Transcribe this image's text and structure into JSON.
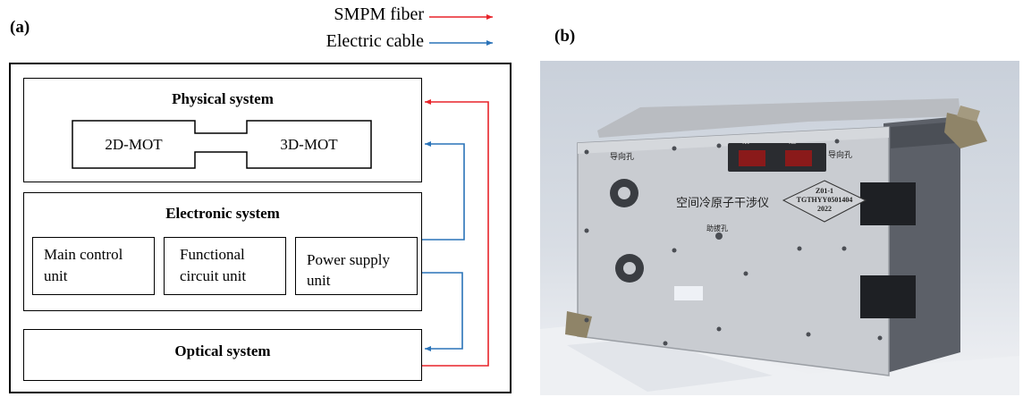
{
  "panel_a": {
    "label": "(a)",
    "legend": {
      "fiber_label": "SMPM fiber",
      "cable_label": "Electric cable",
      "fiber_color": "#e8242a",
      "cable_color": "#2a73b8"
    },
    "physical_system": {
      "title": "Physical system",
      "left_chamber": "2D-MOT",
      "right_chamber": "3D-MOT"
    },
    "electronic_system": {
      "title": "Electronic system",
      "units": [
        {
          "line1": "Main control",
          "line2": "unit"
        },
        {
          "line1": "Functional",
          "line2": "circuit unit"
        },
        {
          "line1": "Power supply",
          "line2": "unit"
        }
      ]
    },
    "optical_system": {
      "title": "Optical system"
    }
  },
  "panel_b": {
    "label": "(b)",
    "device_markings": {
      "guide_hole_left": "导向孔",
      "guide_hole_right": "导向孔",
      "connector_1": "X1",
      "connector_2": "X2",
      "device_name": "空间冷原子干涉仪",
      "plate_line1": "Z01-1",
      "plate_line2": "TGTHYY0501404",
      "plate_line3": "2022",
      "assist_hole": "助拔孔"
    }
  }
}
